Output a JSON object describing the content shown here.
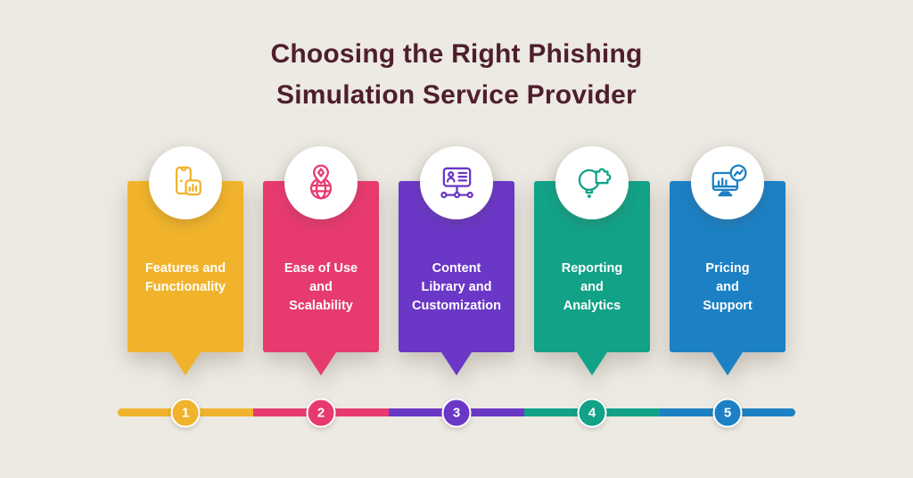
{
  "title": {
    "text": "Choosing the Right Phishing\nSimulation Service Provider"
  },
  "colors": {
    "background": "#ECEAE3",
    "title_text": "#4F1E2D",
    "card_text": "#FFFFFF",
    "card_yellow": "#F0B32B",
    "card_pink": "#E73A6F",
    "card_purple": "#6A37C6",
    "card_teal": "#12A287",
    "card_blue": "#1C80C4"
  },
  "cards": [
    {
      "number": "1",
      "label": "Features and\nFunctionality",
      "icon": "phone-analytics-icon",
      "color": "#F0B32B"
    },
    {
      "number": "2",
      "label": "Ease of Use\nand\nScalability",
      "icon": "globe-location-pin-icon",
      "color": "#E73A6F"
    },
    {
      "number": "3",
      "label": "Content\nLibrary and\nCustomization",
      "icon": "id-card-network-icon",
      "color": "#6A37C6"
    },
    {
      "number": "4",
      "label": "Reporting\nand\nAnalytics",
      "icon": "lightbulb-puzzle-icon",
      "color": "#12A287"
    },
    {
      "number": "5",
      "label": "Pricing\nand\nSupport",
      "icon": "monitor-analytics-icon",
      "color": "#1C80C4"
    }
  ]
}
